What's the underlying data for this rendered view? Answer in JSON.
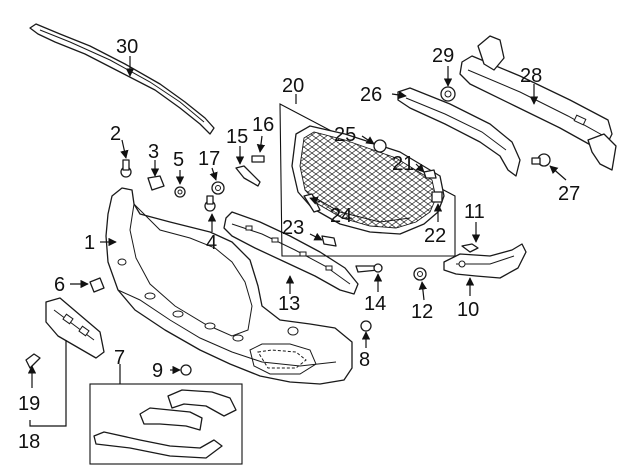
{
  "callouts": {
    "c1": "1",
    "c2": "2",
    "c3": "3",
    "c4": "4",
    "c5": "5",
    "c6": "6",
    "c7": "7",
    "c8": "8",
    "c9": "9",
    "c10": "10",
    "c11": "11",
    "c12": "12",
    "c13": "13",
    "c14": "14",
    "c15": "15",
    "c16": "16",
    "c17": "17",
    "c18": "18",
    "c19": "19",
    "c20": "20",
    "c21": "21",
    "c22": "22",
    "c23": "23",
    "c24": "24",
    "c25": "25",
    "c26": "26",
    "c27": "27",
    "c28": "28",
    "c29": "29",
    "c30": "30"
  },
  "colors": {
    "line": "#1a1a1a",
    "background": "#ffffff"
  }
}
